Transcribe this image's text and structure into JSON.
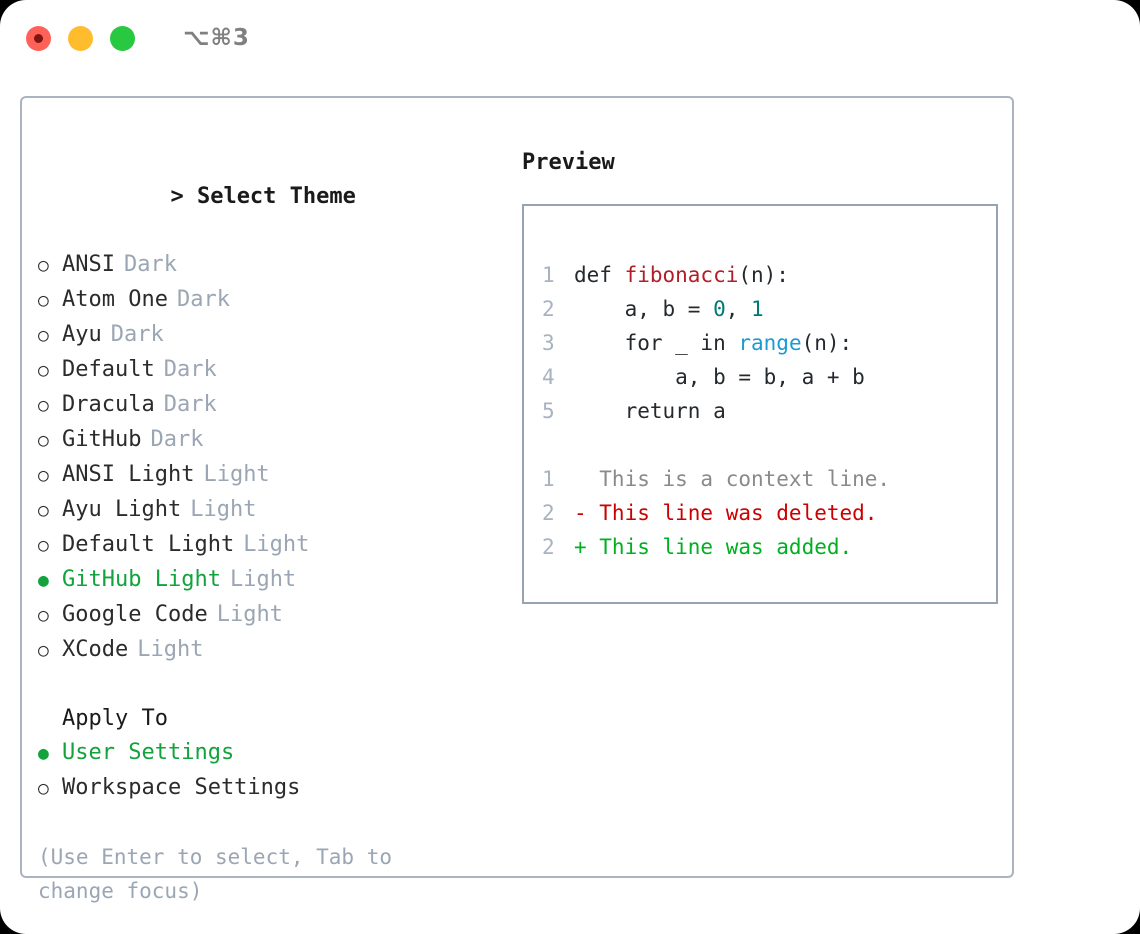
{
  "titlebar": {
    "shortcut": "⌥⌘3",
    "lights": [
      "close",
      "minimize",
      "maximize"
    ]
  },
  "theme_selector": {
    "header": "> Select Theme",
    "caret": ">",
    "header_label": "Select Theme",
    "bullet_unselected": "○",
    "bullet_selected": "●",
    "items": [
      {
        "label": "ANSI",
        "tag": "Dark",
        "selected": false
      },
      {
        "label": "Atom One",
        "tag": "Dark",
        "selected": false
      },
      {
        "label": "Ayu",
        "tag": "Dark",
        "selected": false
      },
      {
        "label": "Default",
        "tag": "Dark",
        "selected": false
      },
      {
        "label": "Dracula",
        "tag": "Dark",
        "selected": false
      },
      {
        "label": "GitHub",
        "tag": "Dark",
        "selected": false
      },
      {
        "label": "ANSI Light",
        "tag": "Light",
        "selected": false
      },
      {
        "label": "Ayu Light",
        "tag": "Light",
        "selected": false
      },
      {
        "label": "Default Light",
        "tag": "Light",
        "selected": false
      },
      {
        "label": "GitHub Light",
        "tag": "Light",
        "selected": true
      },
      {
        "label": "Google Code",
        "tag": "Light",
        "selected": false
      },
      {
        "label": "XCode",
        "tag": "Light",
        "selected": false
      }
    ]
  },
  "apply_to": {
    "header": "Apply To",
    "items": [
      {
        "label": "User Settings",
        "selected": true
      },
      {
        "label": "Workspace Settings",
        "selected": false
      }
    ]
  },
  "hint": "(Use Enter to select, Tab to change focus)",
  "preview": {
    "title": "Preview",
    "code_lines": [
      {
        "num": "1",
        "segments": [
          {
            "text": "def ",
            "kind": "plain"
          },
          {
            "text": "fibonacci",
            "kind": "fn"
          },
          {
            "text": "(n):",
            "kind": "plain"
          }
        ]
      },
      {
        "num": "2",
        "segments": [
          {
            "text": "    a, b = ",
            "kind": "plain"
          },
          {
            "text": "0",
            "kind": "num"
          },
          {
            "text": ", ",
            "kind": "plain"
          },
          {
            "text": "1",
            "kind": "num"
          }
        ]
      },
      {
        "num": "3",
        "segments": [
          {
            "text": "    for _ in ",
            "kind": "plain"
          },
          {
            "text": "range",
            "kind": "call"
          },
          {
            "text": "(n):",
            "kind": "plain"
          }
        ]
      },
      {
        "num": "4",
        "segments": [
          {
            "text": "        a, b = b, a + b",
            "kind": "plain"
          }
        ]
      },
      {
        "num": "5",
        "segments": [
          {
            "text": "    return a",
            "kind": "plain"
          }
        ]
      }
    ],
    "diff_lines": [
      {
        "num": "1",
        "marker": " ",
        "text": "  This is a context line.",
        "kind": "context"
      },
      {
        "num": "2",
        "marker": "-",
        "text": "- This line was deleted.",
        "kind": "deleted"
      },
      {
        "num": "2",
        "marker": "+",
        "text": "+ This line was added.",
        "kind": "added"
      }
    ]
  },
  "colors": {
    "accent_green": "#12a33c",
    "tag_gray": "#9ba6b4",
    "border": "#97a3b0",
    "panel_border": "#aab4c0",
    "syntax_function": "#b31d28",
    "syntax_number": "#007a73",
    "syntax_call": "#1b9bd1",
    "diff_deleted": "#cc0000",
    "diff_added": "#00b020",
    "gutter": "#a8b2c0"
  }
}
